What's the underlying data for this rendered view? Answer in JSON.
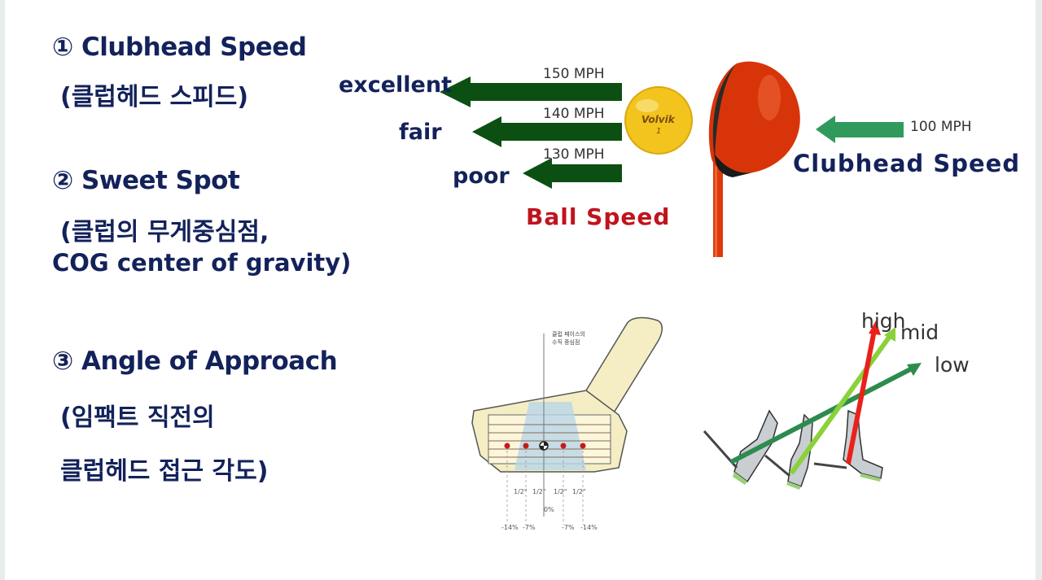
{
  "left": {
    "item1_title": "① Clubhead Speed",
    "item1_sub": "(클럽헤드 스피드)",
    "item2_title": "② Sweet Spot",
    "item2_sub1": "(클럽의 무게중심점,",
    "item2_sub2": "COG center of gravity)",
    "item3_title": "③ Angle of Approach",
    "item3_sub1": "(임팩트 직전의",
    "item3_sub2": "클럽헤드 접근 각도)"
  },
  "speed_diagram": {
    "ratings": [
      "excellent",
      "fair",
      "poor"
    ],
    "ball_speeds": [
      "150 MPH",
      "140 MPH",
      "130 MPH"
    ],
    "ball_speed_label": "Ball Speed",
    "ball_brand": "Volvik",
    "ball_number": "1",
    "clubhead_speed_value": "100 MPH",
    "clubhead_speed_label": "Clubhead Speed",
    "colors": {
      "arrow_dark": "#0c4f12",
      "arrow_light": "#2f9a5c",
      "ball": "#f2c41d",
      "club": "#d8340a"
    }
  },
  "sweet_spot_diagram": {
    "header_line1": "클럽 페이스의",
    "header_line2": "수직 중심점",
    "fractions": [
      "1/2\"",
      "1/2\"",
      "1/2\"",
      "1/2\""
    ],
    "center": "0%",
    "percents": [
      "-14%",
      "-7%",
      "-7%",
      "-14%"
    ]
  },
  "angle_diagram": {
    "labels": [
      "high",
      "mid",
      "low"
    ],
    "colors": {
      "high": "#e8221a",
      "mid": "#8ad13a",
      "low": "#2e8b4e"
    }
  }
}
